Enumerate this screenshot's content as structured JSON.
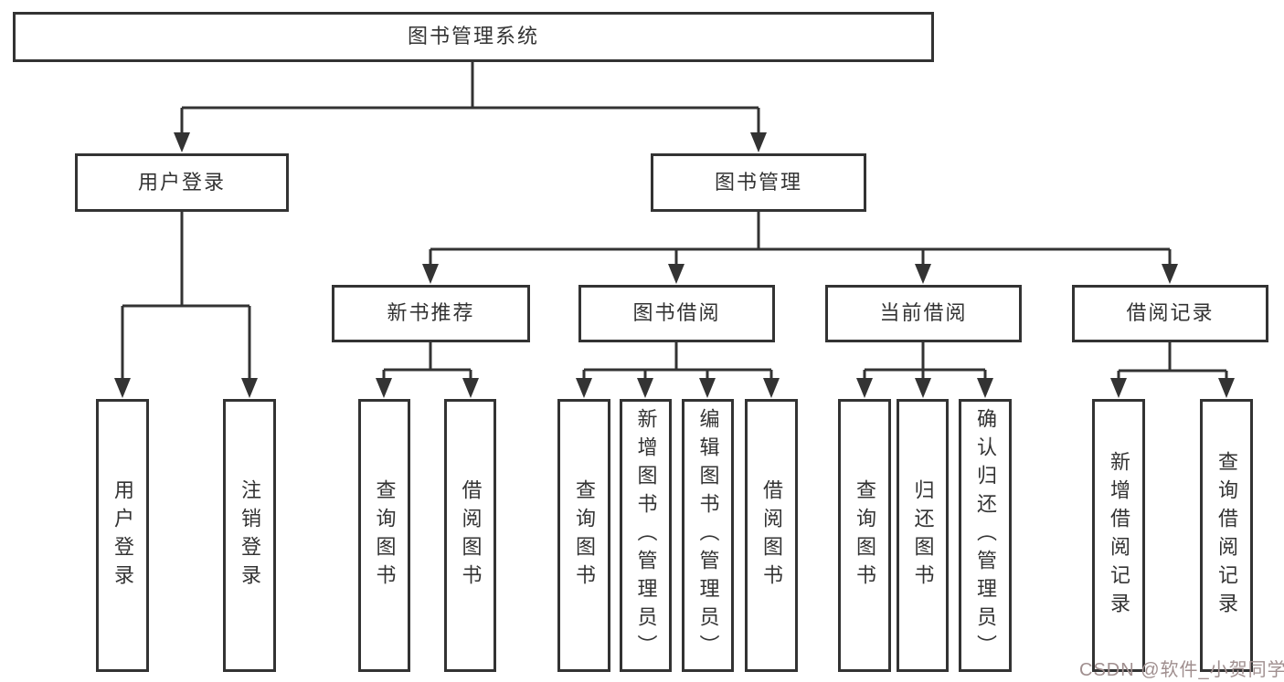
{
  "tree": {
    "root": "图书管理系统",
    "branches": [
      {
        "label": "用户登录",
        "children": [
          "用户登录",
          "注销登录"
        ]
      },
      {
        "label": "图书管理",
        "groups": [
          {
            "label": "新书推荐",
            "children": [
              "查询图书",
              "借阅图书"
            ]
          },
          {
            "label": "图书借阅",
            "children": [
              "查询图书",
              "新增图书（管理员）",
              "编辑图书（管理员）",
              "借阅图书"
            ]
          },
          {
            "label": "当前借阅",
            "children": [
              "查询图书",
              "归还图书",
              "确认归还（管理员）"
            ]
          },
          {
            "label": "借阅记录",
            "children": [
              "新增借阅记录",
              "查询借阅记录"
            ]
          }
        ]
      }
    ]
  },
  "watermark": "CSDN @软件_小贺同学",
  "colors": {
    "line": "#333333",
    "text": "#333333",
    "background": "#ffffff",
    "watermark": "#a08f8f"
  }
}
